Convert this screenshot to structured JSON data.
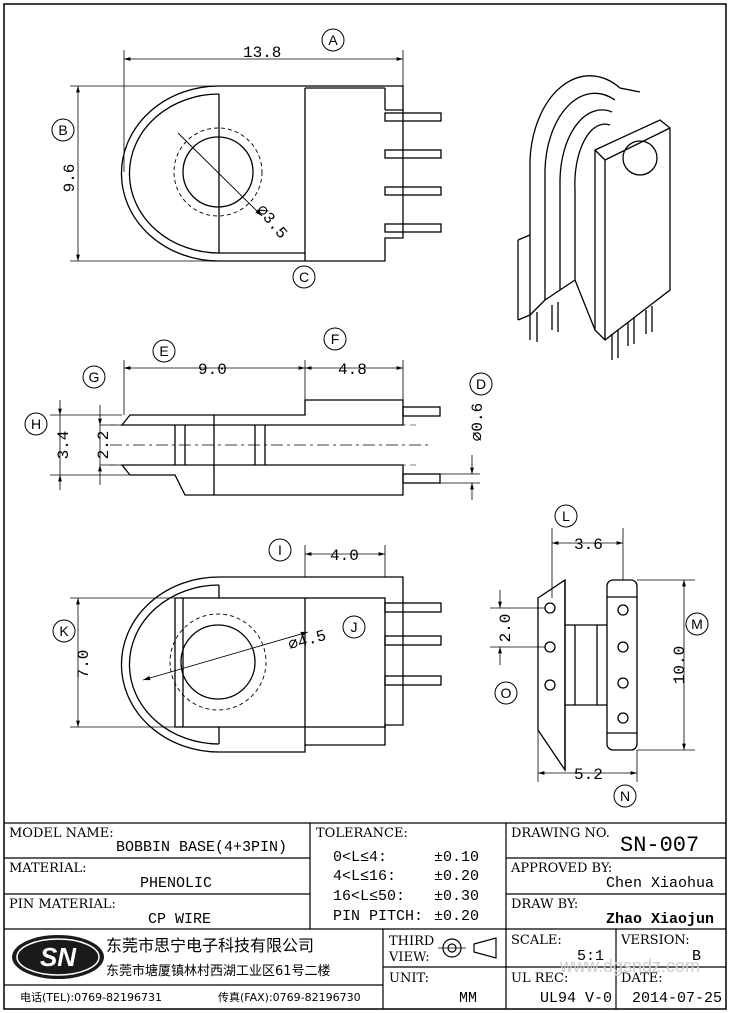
{
  "dimensions": {
    "top_width": "13.8",
    "top_height": "9.6",
    "top_hole_dia": "⌀3.5",
    "side_len_e": "9.0",
    "side_len_f": "4.8",
    "side_h_outer": "3.4",
    "side_h_inner": "2.2",
    "pin_dia": "⌀0.6",
    "bottom_len_i": "4.0",
    "bottom_h": "7.0",
    "bottom_hole_dia": "⌀4.5",
    "end_width": "3.6",
    "end_pitch": "2.0",
    "end_height": "10.0",
    "end_base": "5.2"
  },
  "callouts": [
    "A",
    "B",
    "C",
    "D",
    "E",
    "F",
    "G",
    "H",
    "I",
    "J",
    "K",
    "L",
    "M",
    "N",
    "O"
  ],
  "title_block": {
    "model_name_label": "MODEL NAME:",
    "model_name": "BOBBIN BASE(4+3PIN)",
    "material_label": "MATERIAL:",
    "material": "PHENOLIC",
    "pin_material_label": "PIN MATERIAL:",
    "pin_material": "CP WIRE",
    "tolerance_label": "TOLERANCE:",
    "tolerances": [
      {
        "range": "0<L≤4:",
        "value": "±0.10"
      },
      {
        "range": "4<L≤16:",
        "value": "±0.20"
      },
      {
        "range": "16<L≤50:",
        "value": "±0.30"
      },
      {
        "range": "PIN PITCH:",
        "value": "±0.20"
      }
    ],
    "drawing_no_label": "DRAWING NO.",
    "drawing_no": "SN-007",
    "approved_by_label": "APPROVED BY:",
    "approved_by": "Chen Xiaohua",
    "draw_by_label": "DRAW BY:",
    "draw_by": "Zhao Xiaojun",
    "third_view_label_1": "THIRD",
    "third_view_label_2": "VIEW:",
    "unit_label": "UNIT:",
    "unit": "MM",
    "scale_label": "SCALE:",
    "scale": "5:1",
    "version_label": "VERSION:",
    "version": "B",
    "ul_rec_label": "UL REC:",
    "ul_rec": "UL94 V-0",
    "date_label": "DATE:",
    "date": "2014-07-25",
    "watermark": "www.dgsndz.com",
    "company_logo": "SN",
    "company_name": "东莞市思宁电子科技有限公司",
    "company_address": "东莞市塘厦镇林村西湖工业区61号二楼",
    "tel": "电话(TEL):0769-82196731",
    "fax": "传真(FAX):0769-82196730"
  }
}
